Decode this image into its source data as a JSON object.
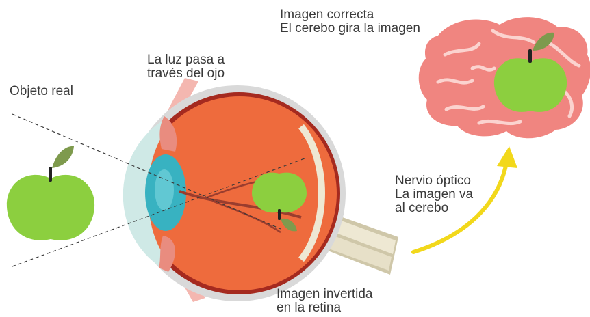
{
  "labels": {
    "objeto_real": "Objeto real",
    "luz": [
      "La luz pasa a",
      "través del ojo"
    ],
    "imagen_correcta": [
      "Imagen correcta",
      "El cerebo gira la imagen"
    ],
    "nervio": [
      "Nervio óptico",
      "La imagen va",
      "al cerebo"
    ],
    "imagen_invertida": [
      "Imagen invertida",
      "en la retina"
    ]
  },
  "colors": {
    "eye_body": "#ee6b3d",
    "sclera_outer": "#d9d9d9",
    "eye_rim": "#a52a1f",
    "lens": "#38b2c1",
    "cornea": "#cfe9e6",
    "brain": "#f08580",
    "brain_fold": "#fbd3cf",
    "apple_green": "#8ccf3f",
    "apple_leaf": "#7e9a4d",
    "arrow": "#f2d81b",
    "nerve": "#e7e0c8",
    "light_beam": "#f4b7b0"
  },
  "icons": [
    "apple-icon",
    "eye-icon",
    "brain-icon",
    "arrow-icon"
  ]
}
